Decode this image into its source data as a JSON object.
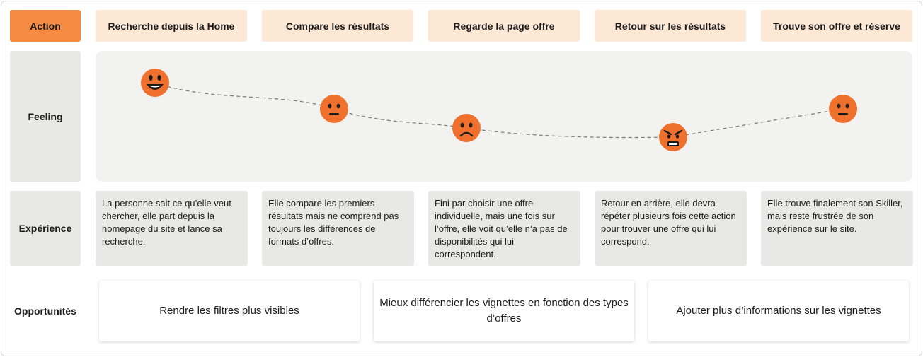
{
  "rows": {
    "action": "Action",
    "feeling": "Feeling",
    "experience": "Expérience",
    "opportunities": "Opportunités"
  },
  "actions": [
    "Recherche depuis la Home",
    "Compare les résultats",
    "Regarde la page offre",
    "Retour sur les résultats",
    "Trouve son offre et réserve"
  ],
  "feelings": [
    {
      "mood": "very-happy",
      "icon": "grinning-face-icon"
    },
    {
      "mood": "neutral",
      "icon": "neutral-face-icon"
    },
    {
      "mood": "sad",
      "icon": "frowning-face-icon"
    },
    {
      "mood": "angry",
      "icon": "angry-face-icon"
    },
    {
      "mood": "neutral",
      "icon": "neutral-face-icon"
    }
  ],
  "experiences": [
    "La personne sait ce qu’elle veut chercher, elle part depuis la homepage du site et lance sa recherche.",
    "Elle compare les premiers résultats mais ne comprend pas toujours les différences de formats d’offres.",
    "Fini par choisir une offre individuelle, mais une fois sur l’offre, elle voit qu’elle n’a pas de disponibilités qui lui correspondent.",
    "Retour en arrière, elle devra répéter plusieurs fois cette action pour trouver une offre qui lui correspond.",
    "Elle trouve finalement son Skiller, mais reste frustrée de son expérience sur le site."
  ],
  "opportunities": [
    "Rendre les filtres plus visibles",
    "Mieux différencier les vignettes en fonction des types d’offres",
    "Ajouter plus d’informations sur les vignettes"
  ],
  "colors": {
    "accent": "#f58a42",
    "action_cell": "#fde8d6",
    "neutral_cell": "#e8e8e6",
    "feeling_area": "#f2f2f0",
    "emoji_fill": "#f0702e"
  }
}
